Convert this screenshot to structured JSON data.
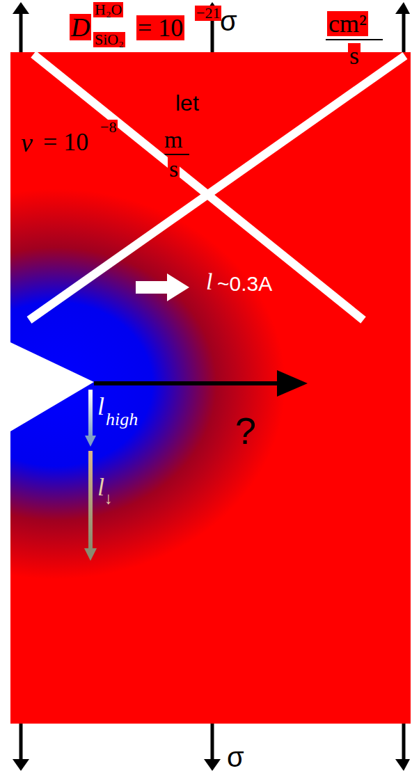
{
  "diagram": {
    "labels": [
      "σ",
      "D",
      "H₂O",
      "SiO₂",
      "= 10",
      "−21",
      "cm²",
      "s",
      "let",
      "v",
      "= 10",
      "−8",
      "m",
      "s",
      "l",
      "~0.3A",
      "?",
      "l",
      "high",
      "l",
      "↓",
      "σ"
    ]
  }
}
